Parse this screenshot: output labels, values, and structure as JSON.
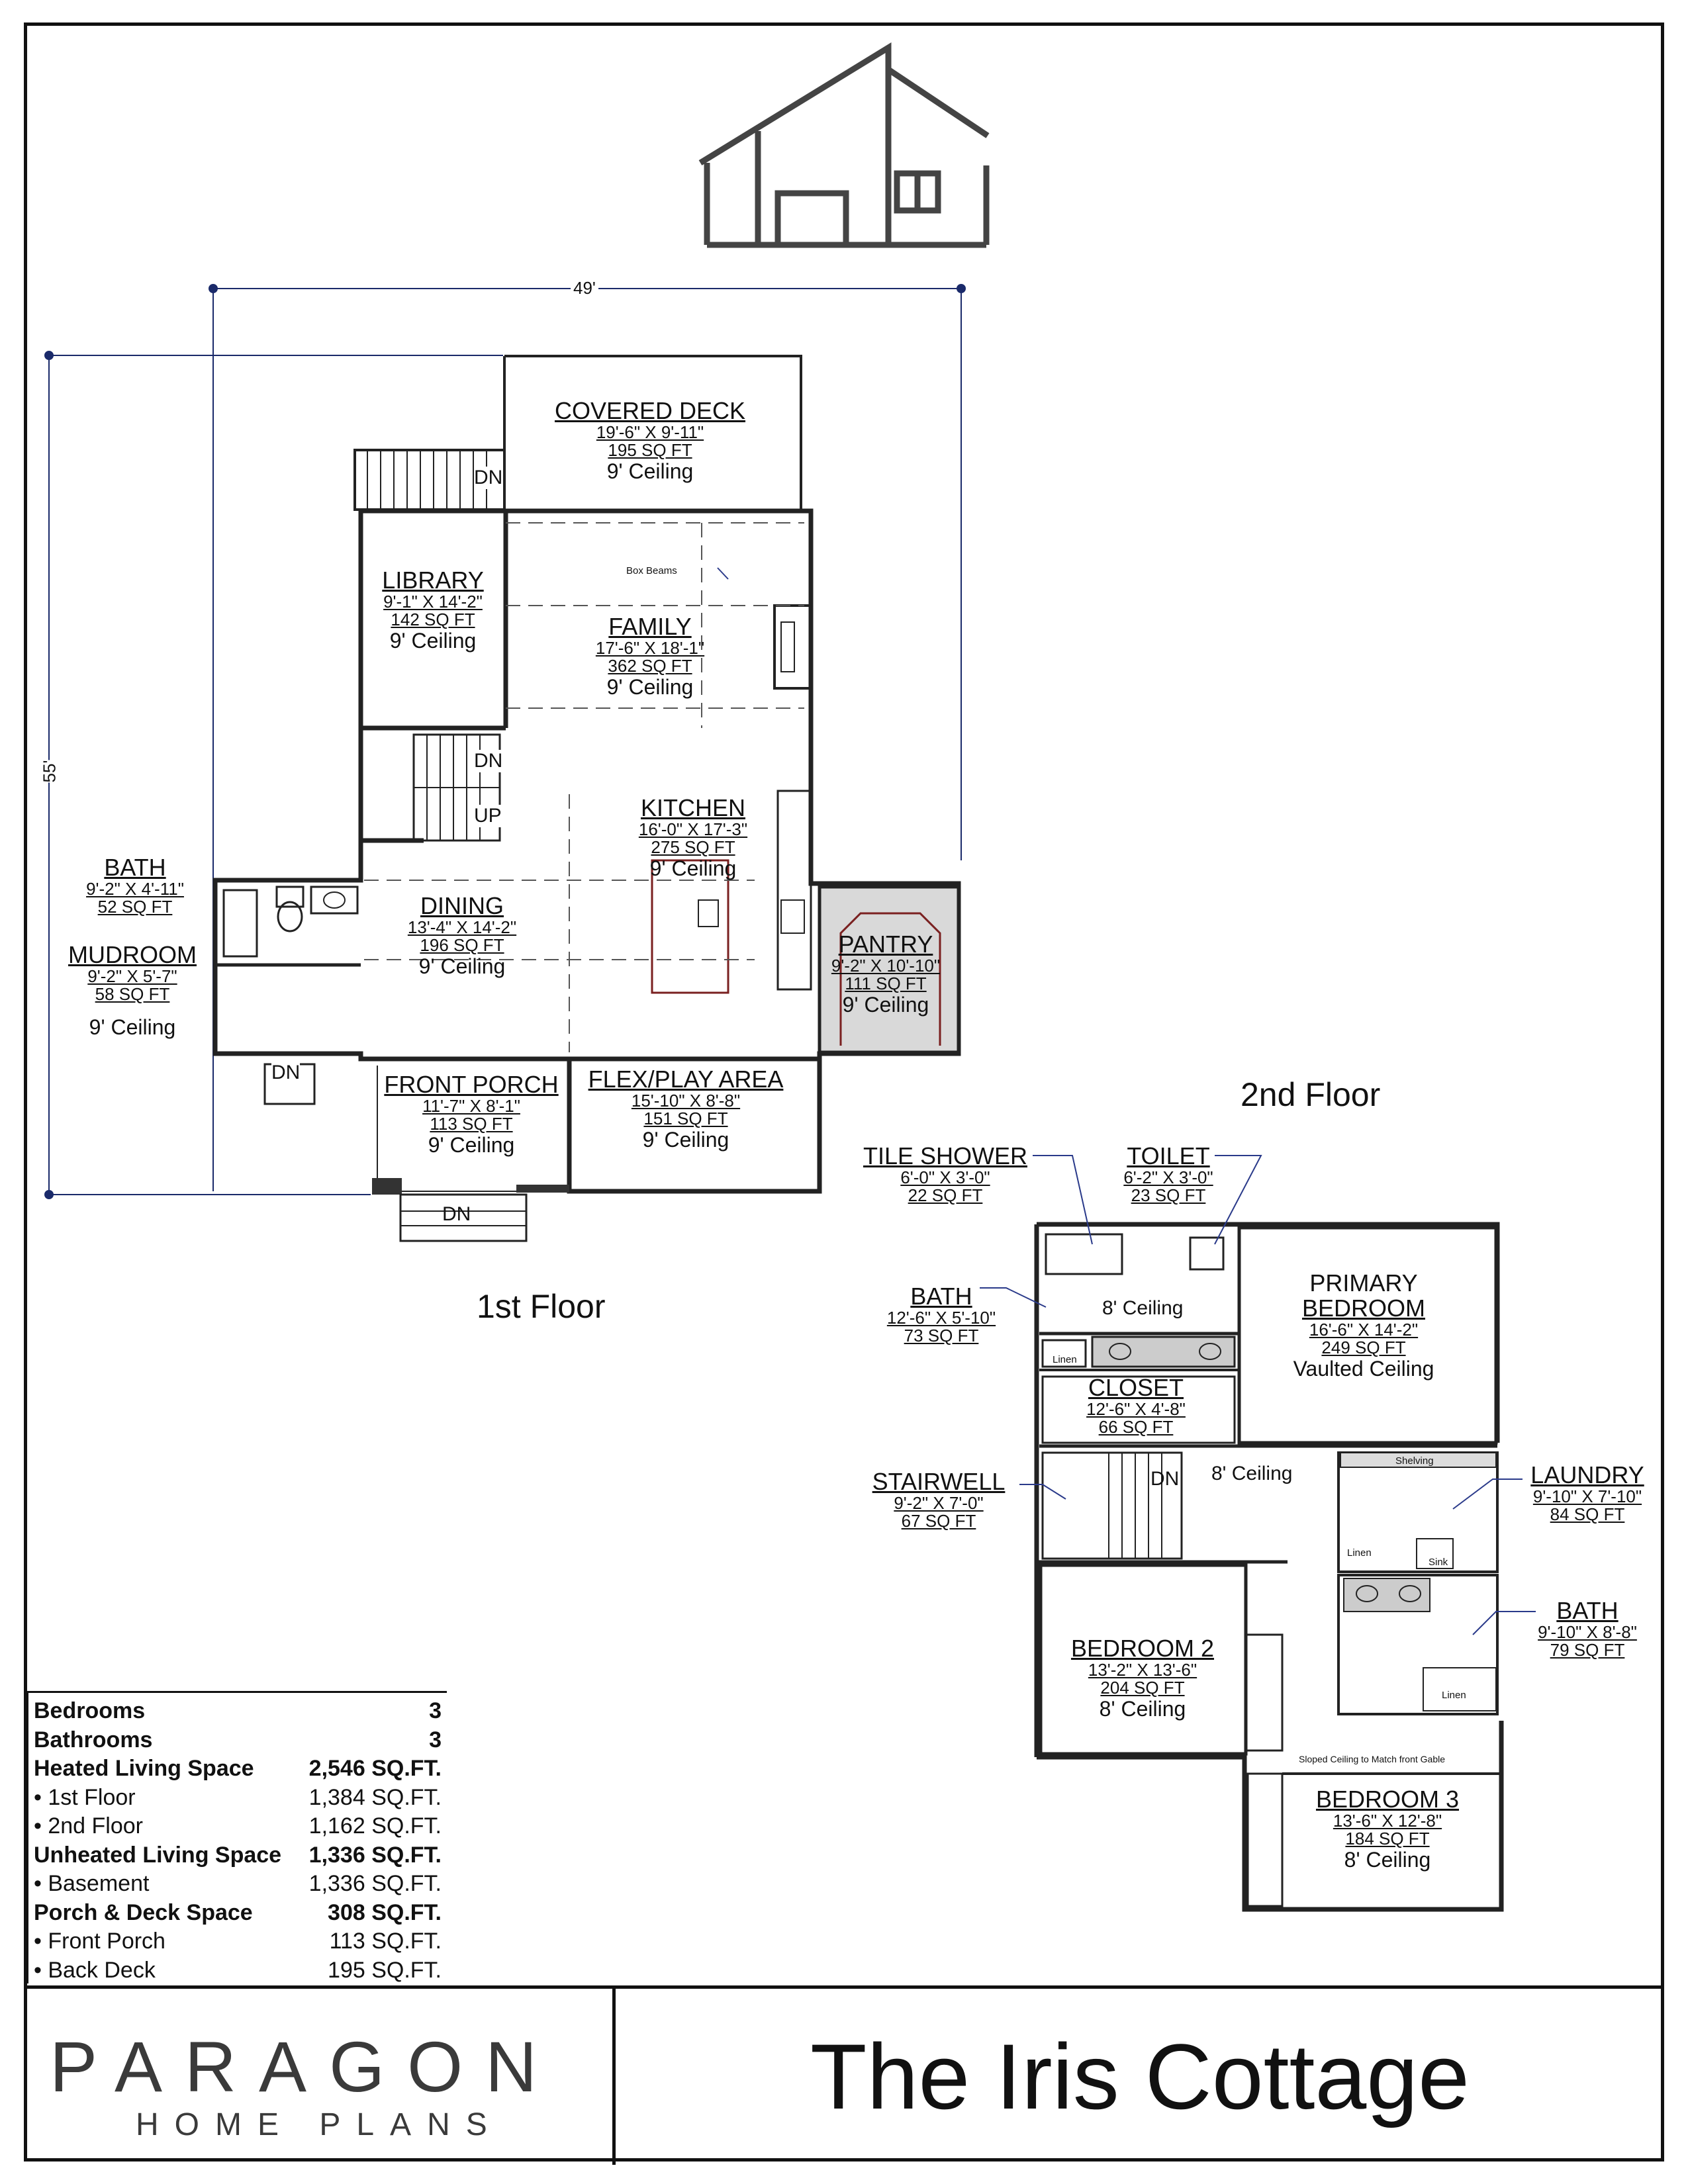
{
  "plan_title": "The Iris Cottage",
  "brand": {
    "name": "PARAGON",
    "tagline": "HOME PLANS"
  },
  "floor_labels": {
    "first": "1st Floor",
    "second": "2nd Floor"
  },
  "dimensions": {
    "width": "49'",
    "depth": "55'"
  },
  "first_floor_rooms": {
    "covered_deck": {
      "name": "COVERED DECK",
      "size": "19'-6\" X 9'-11\"",
      "area": "195 SQ FT",
      "ceiling": "9' Ceiling"
    },
    "library": {
      "name": "LIBRARY",
      "size": "9'-1\" X 14'-2\"",
      "area": "142 SQ FT",
      "ceiling": "9' Ceiling"
    },
    "family": {
      "name": "FAMILY",
      "size": "17'-6\" X 18'-1\"",
      "area": "362 SQ FT",
      "ceiling": "9' Ceiling"
    },
    "kitchen": {
      "name": "KITCHEN",
      "size": "16'-0\" X 17'-3\"",
      "area": "275 SQ FT",
      "ceiling": "9' Ceiling"
    },
    "dining": {
      "name": "DINING",
      "size": "13'-4\" X 14'-2\"",
      "area": "196 SQ FT",
      "ceiling": "9' Ceiling"
    },
    "bath": {
      "name": "BATH",
      "size": "9'-2\" X 4'-11\"",
      "area": "52 SQ FT"
    },
    "mudroom": {
      "name": "MUDROOM",
      "size": "9'-2\" X 5'-7\"",
      "area": "58 SQ FT",
      "ceiling": "9' Ceiling"
    },
    "pantry": {
      "name": "PANTRY",
      "size": "9'-2\" X 10'-10\"",
      "area": "111 SQ FT",
      "ceiling": "9' Ceiling"
    },
    "front_porch": {
      "name": "FRONT PORCH",
      "size": "11'-7\" X 8'-1\"",
      "area": "113 SQ FT",
      "ceiling": "9' Ceiling"
    },
    "flex": {
      "name": "FLEX/PLAY AREA",
      "size": "15'-10\" X 8'-8\"",
      "area": "151 SQ FT",
      "ceiling": "9' Ceiling"
    }
  },
  "first_floor_tags": {
    "dn": "DN",
    "up": "UP",
    "box_beams": "Box Beams"
  },
  "second_floor_rooms": {
    "tile_shower": {
      "name": "TILE SHOWER",
      "size": "6'-0\" X 3'-0\"",
      "area": "22 SQ FT"
    },
    "toilet": {
      "name": "TOILET",
      "size": "6'-2\" X 3'-0\"",
      "area": "23 SQ FT"
    },
    "bath_primary": {
      "name": "BATH",
      "size": "12'-6\" X 5'-10\"",
      "area": "73 SQ FT"
    },
    "primary_bedroom": {
      "name1": "PRIMARY",
      "name2": "BEDROOM",
      "size": "16'-6\" X 14'-2\"",
      "area": "249 SQ FT",
      "ceiling": "Vaulted Ceiling"
    },
    "closet": {
      "name": "CLOSET",
      "size": "12'-6\" X 4'-8\"",
      "area": "66 SQ FT"
    },
    "stairwell": {
      "name": "STAIRWELL",
      "size": "9'-2\" X 7'-0\"",
      "area": "67 SQ FT"
    },
    "laundry": {
      "name": "LAUNDRY",
      "size": "9'-10\" X 7'-10\"",
      "area": "84 SQ FT"
    },
    "bath_hall": {
      "name": "BATH",
      "size": "9'-10\" X 8'-8\"",
      "area": "79 SQ FT"
    },
    "bedroom2": {
      "name": "BEDROOM 2",
      "size": "13'-2\" X 13'-6\"",
      "area": "204 SQ FT",
      "ceiling": "8' Ceiling"
    },
    "bedroom3": {
      "name": "BEDROOM 3",
      "size": "13'-6\" X 12'-8\"",
      "area": "184 SQ FT",
      "ceiling": "8' Ceiling"
    }
  },
  "second_floor_tags": {
    "ceiling_bath": "8' Ceiling",
    "ceiling_hall": "8' Ceiling",
    "linen": "Linen",
    "shelving": "Shelving",
    "sink": "Sink",
    "sloped": "Sloped Ceiling to Match front Gable",
    "dn": "DN"
  },
  "stats": [
    {
      "label": "Bedrooms",
      "value": "3",
      "bold": true
    },
    {
      "label": "Bathrooms",
      "value": "3",
      "bold": true
    },
    {
      "label": "Heated Living Space",
      "value": "2,546 SQ.FT.",
      "bold": true
    },
    {
      "label": "• 1st Floor",
      "value": "1,384 SQ.FT.",
      "bold": false
    },
    {
      "label": "• 2nd Floor",
      "value": "1,162 SQ.FT.",
      "bold": false
    },
    {
      "label": "Unheated Living Space",
      "value": "1,336 SQ.FT.",
      "bold": true
    },
    {
      "label": "• Basement",
      "value": "1,336 SQ.FT.",
      "bold": false
    },
    {
      "label": "Porch & Deck Space",
      "value": "308 SQ.FT.",
      "bold": true
    },
    {
      "label": "• Front Porch",
      "value": "113 SQ.FT.",
      "bold": false
    },
    {
      "label": "• Back Deck",
      "value": "195 SQ.FT.",
      "bold": false
    }
  ]
}
